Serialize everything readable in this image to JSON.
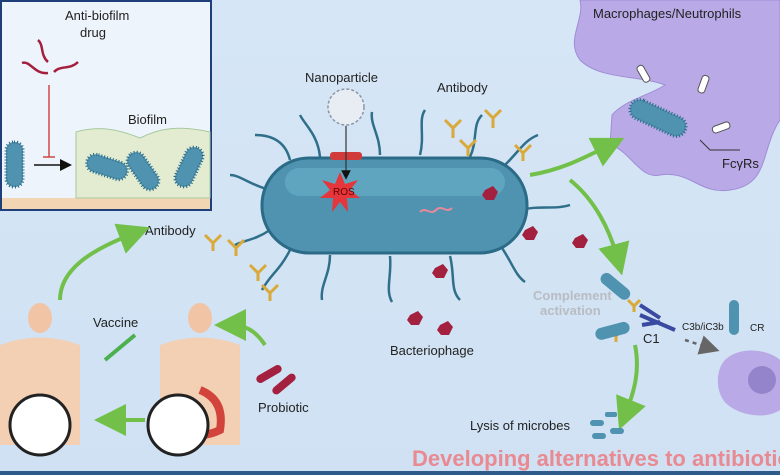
{
  "labels": {
    "anti_biofilm_drug_line1": "Anti-biofilm",
    "anti_biofilm_drug_line2": "drug",
    "biofilm": "Biofilm",
    "nanoparticle": "Nanoparticle",
    "ros": "ROS",
    "antibody_top": "Antibody",
    "antibody_left": "Antibody",
    "macrophages_neutrophils": "Macrophages/Neutrophils",
    "fcgrs": "FcγRs",
    "vaccine": "Vaccine",
    "probiotic": "Probiotic",
    "bacteriophage": "Bacteriophage",
    "complement_line1": "Complement",
    "complement_line2": "activation",
    "c1": "C1",
    "c3b": "C3b/iC3b",
    "cr": "CR",
    "lysis": "Lysis of microbes",
    "title": "Developing alternatives to antibiotics"
  },
  "colors": {
    "bacterium": "#4f93b0",
    "antibody": "#d9a93a",
    "arrow": "#72c04a",
    "title": "#e98a92",
    "phage": "#a3203e",
    "cell": "#b9a9e6"
  }
}
